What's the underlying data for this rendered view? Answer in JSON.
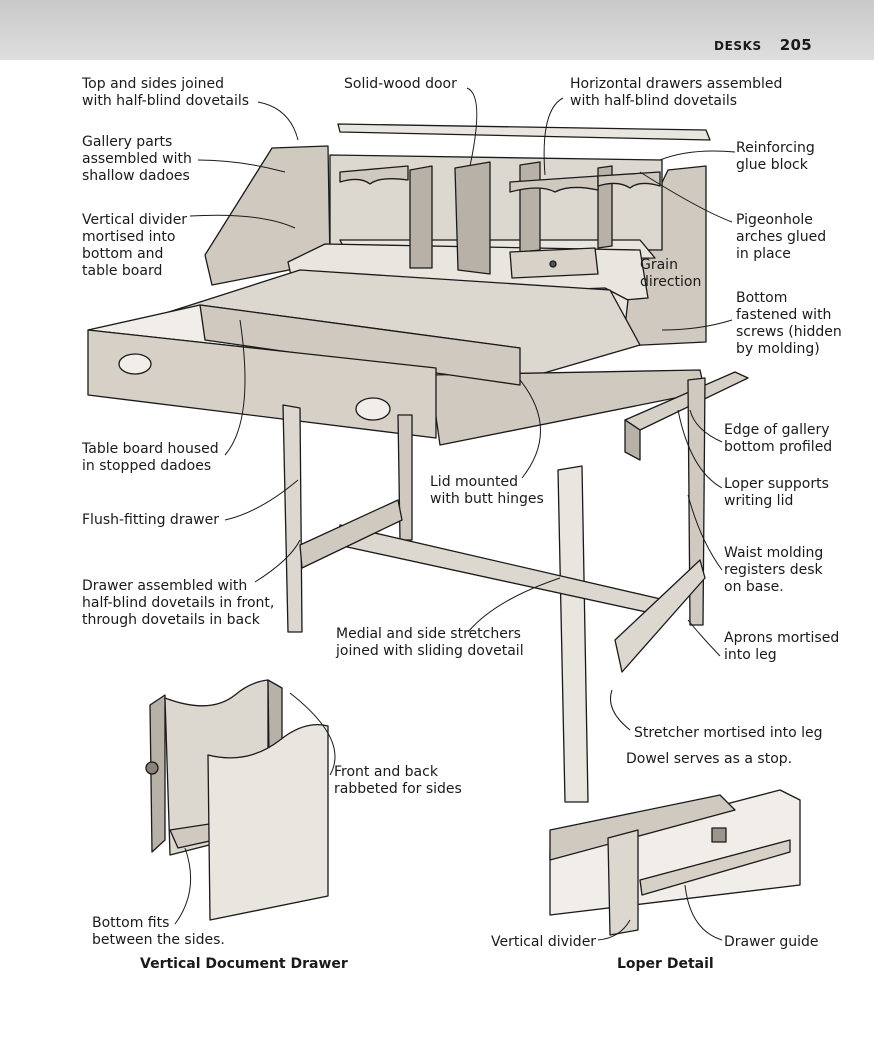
{
  "header": {
    "section": "DESKS",
    "page": "205"
  },
  "labels": {
    "top_sides": "Top and sides joined\nwith half-blind dovetails",
    "gallery_parts": "Gallery parts\nassembled with\nshallow dadoes",
    "vertical_divider_mortised": "Vertical divider\nmortised into\nbottom and\ntable board",
    "solid_wood_door": "Solid-wood door",
    "horizontal_drawers": "Horizontal drawers assembled\nwith half-blind dovetails",
    "reinforcing_glue_block": "Reinforcing\nglue block",
    "pigeonhole_arches": "Pigeonhole\narches glued\nin place",
    "grain_direction": "Grain\ndirection",
    "bottom_fastened": "Bottom\nfastened with\nscrews (hidden\nby molding)",
    "edge_gallery": "Edge of gallery\nbottom profiled",
    "loper_supports": "Loper supports\nwriting lid",
    "waist_molding": "Waist molding\nregisters desk\non base.",
    "aprons_mortised": "Aprons mortised\ninto leg",
    "stretcher_mortised": "Stretcher mortised into leg",
    "table_board_housed": "Table board housed\nin stopped dadoes",
    "lid_mounted": "Lid mounted\nwith butt hinges",
    "flush_drawer": "Flush-fitting drawer",
    "drawer_assembled": "Drawer assembled with\nhalf-blind dovetails in front,\nthrough dovetails in back",
    "medial_side": "Medial and side stretchers\njoined with sliding dovetail",
    "front_back_rabbeted": "Front and back\nrabbeted for sides",
    "bottom_fits": "Bottom fits\nbetween the sides.",
    "dowel_stop": "Dowel serves as a stop.",
    "vertical_divider": "Vertical divider",
    "drawer_guide": "Drawer guide"
  },
  "captions": {
    "vertical_document_drawer": "Vertical Document Drawer",
    "loper_detail": "Loper Detail"
  },
  "colors": {
    "wood_light": "#e9e5df",
    "wood_mid": "#cfc9c0",
    "wood_dark": "#9d958b",
    "ink": "#1a1a1a",
    "header_band": "#d3d3d3"
  }
}
